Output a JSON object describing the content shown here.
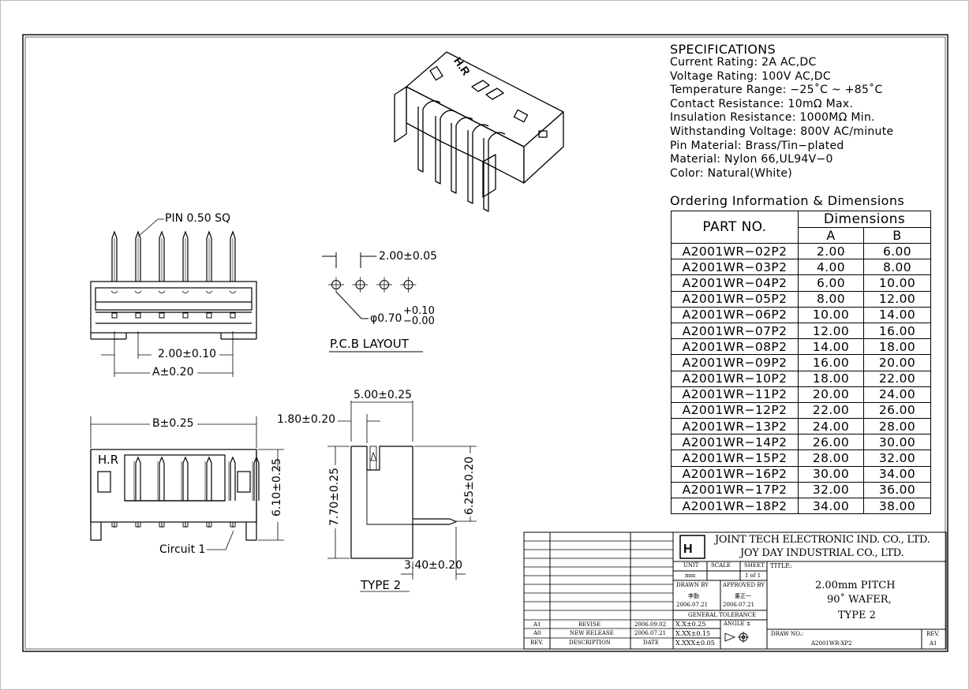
{
  "specifications": {
    "heading": "SPECIFICATIONS",
    "lines": [
      "Current Rating: 2A AC,DC",
      "Voltage Rating: 100V AC,DC",
      "Temperature Range: −25˚C ~ +85˚C",
      "Contact Resistance: 10mΩ Max.",
      "Insulation Resistance: 1000MΩ Min.",
      "Withstanding Voltage: 800V AC/minute",
      "Pin Material: Brass/Tin−plated",
      "Material: Nylon 66,UL94V−0",
      "Color: Natural(White)"
    ]
  },
  "ordering": {
    "title": "Ordering Information & Dimensions",
    "col_part": "PART NO.",
    "col_dims": "Dimensions",
    "col_a": "A",
    "col_b": "B",
    "rows": [
      [
        "A2001WR−02P2",
        "2.00",
        "6.00"
      ],
      [
        "A2001WR−03P2",
        "4.00",
        "8.00"
      ],
      [
        "A2001WR−04P2",
        "6.00",
        "10.00"
      ],
      [
        "A2001WR−05P2",
        "8.00",
        "12.00"
      ],
      [
        "A2001WR−06P2",
        "10.00",
        "14.00"
      ],
      [
        "A2001WR−07P2",
        "12.00",
        "16.00"
      ],
      [
        "A2001WR−08P2",
        "14.00",
        "18.00"
      ],
      [
        "A2001WR−09P2",
        "16.00",
        "20.00"
      ],
      [
        "A2001WR−10P2",
        "18.00",
        "22.00"
      ],
      [
        "A2001WR−11P2",
        "20.00",
        "24.00"
      ],
      [
        "A2001WR−12P2",
        "22.00",
        "26.00"
      ],
      [
        "A2001WR−13P2",
        "24.00",
        "28.00"
      ],
      [
        "A2001WR−14P2",
        "26.00",
        "30.00"
      ],
      [
        "A2001WR−15P2",
        "28.00",
        "32.00"
      ],
      [
        "A2001WR−16P2",
        "30.00",
        "34.00"
      ],
      [
        "A2001WR−17P2",
        "32.00",
        "36.00"
      ],
      [
        "A2001WR−18P2",
        "34.00",
        "38.00"
      ]
    ]
  },
  "drawing_labels": {
    "pin": "PIN 0.50 SQ",
    "pitch_tol": "2.00±0.10",
    "a_dim": "A±0.20",
    "pcb_pitch": "2.00±0.05",
    "hole_dia": "φ0.70",
    "hole_tol_plus": "+0.10",
    "hole_tol_minus": "−0.00",
    "pcb_layout": "P.C.B LAYOUT",
    "b_dim": "B±0.25",
    "hr": "H.R",
    "height_610": "6.10±0.25",
    "circuit": "Circuit 1",
    "dim_500": "5.00±0.25",
    "dim_180": "1.80±0.20",
    "dim_770": "7.70±0.25",
    "dim_625": "6.25±0.20",
    "dim_340": "3.40±0.20",
    "type2": "TYPE 2",
    "iso_logo": "H.R"
  },
  "title_block": {
    "company1": "JOINT TECH ELECTRONIC IND. CO., LTD.",
    "company2": "JOY DAY INDUSTRIAL CO., LTD.",
    "unit_label": "UNIT",
    "unit_val": "mm",
    "scale_label": "SCALE",
    "sheet_label": "SHEET",
    "sheet_val": "1 of 1",
    "title_label": "TITLE:",
    "title_l1": "2.00mm PITCH",
    "title_l2": "90˚ WAFER,",
    "title_l3": "TYPE 2",
    "drawn_label": "DRAWN BY",
    "drawn_name": "李勤",
    "drawn_date": "2006.07.21",
    "approved_label": "APPROVED BY",
    "approved_name": "董正一",
    "approved_date": "2006.07.21",
    "gen_tol": "GENERAL TOLERANCE",
    "tol1": "X.X±0.25",
    "tol2": "X.XX±0.15",
    "tol3": "X.XXX±0.05",
    "angle": "ANGLE ±",
    "drawno_label": "DRAW NO.:",
    "drawno_val": "A2001WR-XP2",
    "rev_label": "REV.",
    "rev_val": "A1",
    "rev_rows": [
      [
        "A1",
        "REVISE",
        "2006.09.02"
      ],
      [
        "A0",
        "NEW RELEASE",
        "2006.07.21"
      ]
    ],
    "hdr_rev": "REV.",
    "hdr_desc": "DESCRIPTION",
    "hdr_date": "DATE"
  },
  "colors": {
    "line": "#000000",
    "background": "#ffffff"
  }
}
